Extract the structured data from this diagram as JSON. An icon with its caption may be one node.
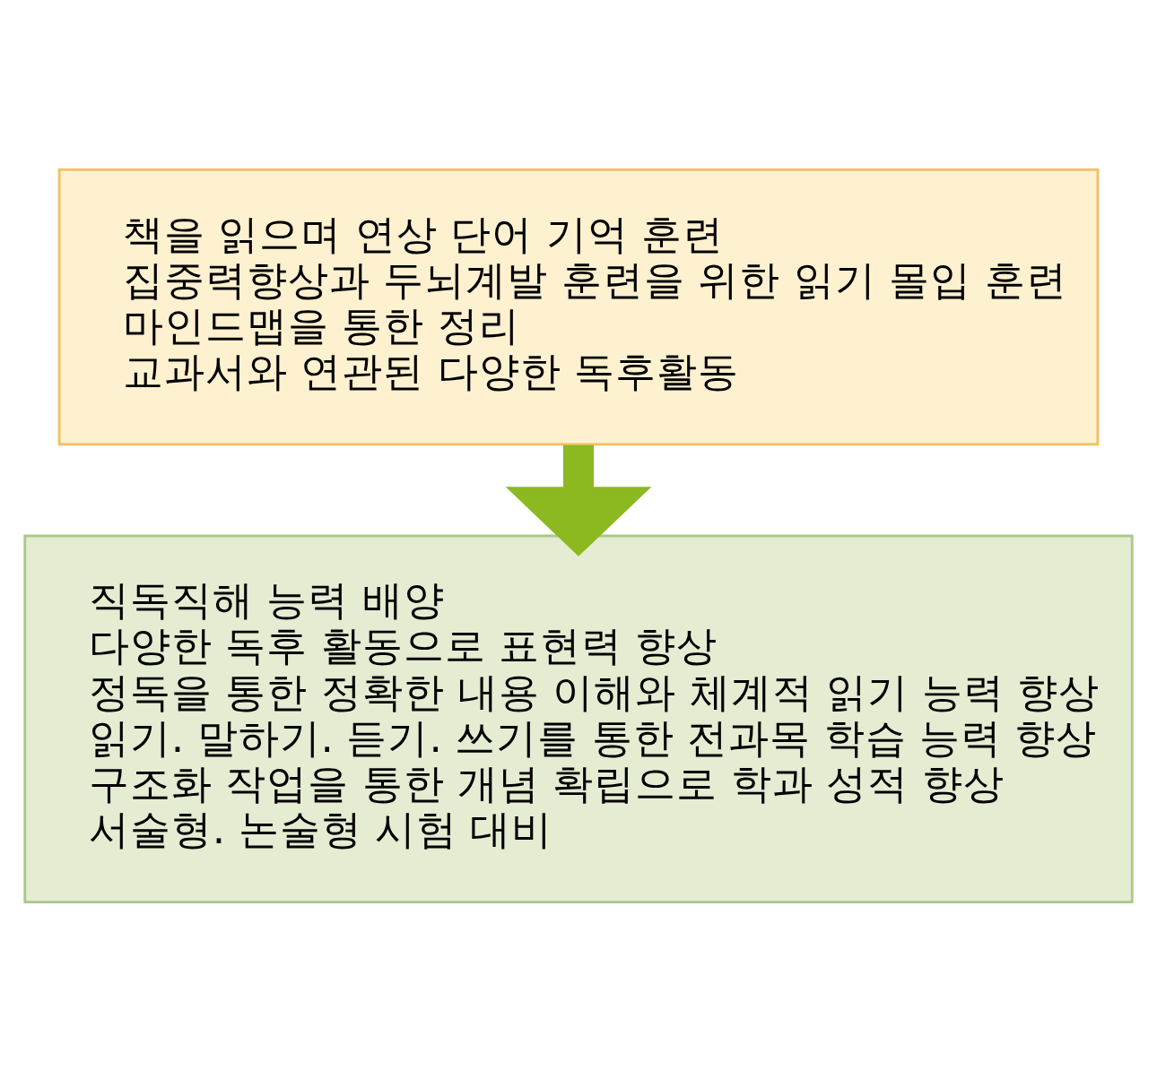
{
  "diagram": {
    "nodes": [
      {
        "text": [
          "책을 읽으며 연상 단어 기억 훈련",
          "집중력향상과 두뇌계발 훈련을 위한 읽기 몰입 훈련",
          "마인드맵을 통한 정리",
          "교과서와 연관된 다양한 독후활동"
        ]
      },
      {
        "text": [
          "직독직해 능력 배양",
          "다양한 독후 활동으로 표현력 향상",
          "정독을 통한 정확한 내용 이해와 체계적 읽기 능력 향상",
          "읽기. 말하기. 듣기. 쓰기를 통한 전과목 학습 능력 향상",
          "구조화 작업을 통한 개념 확립으로 학과 성적 향상",
          "서술형. 논술형 시험 대비"
        ]
      }
    ],
    "edges": [
      {
        "from": 0,
        "to": 1,
        "arrow": "to"
      }
    ]
  }
}
